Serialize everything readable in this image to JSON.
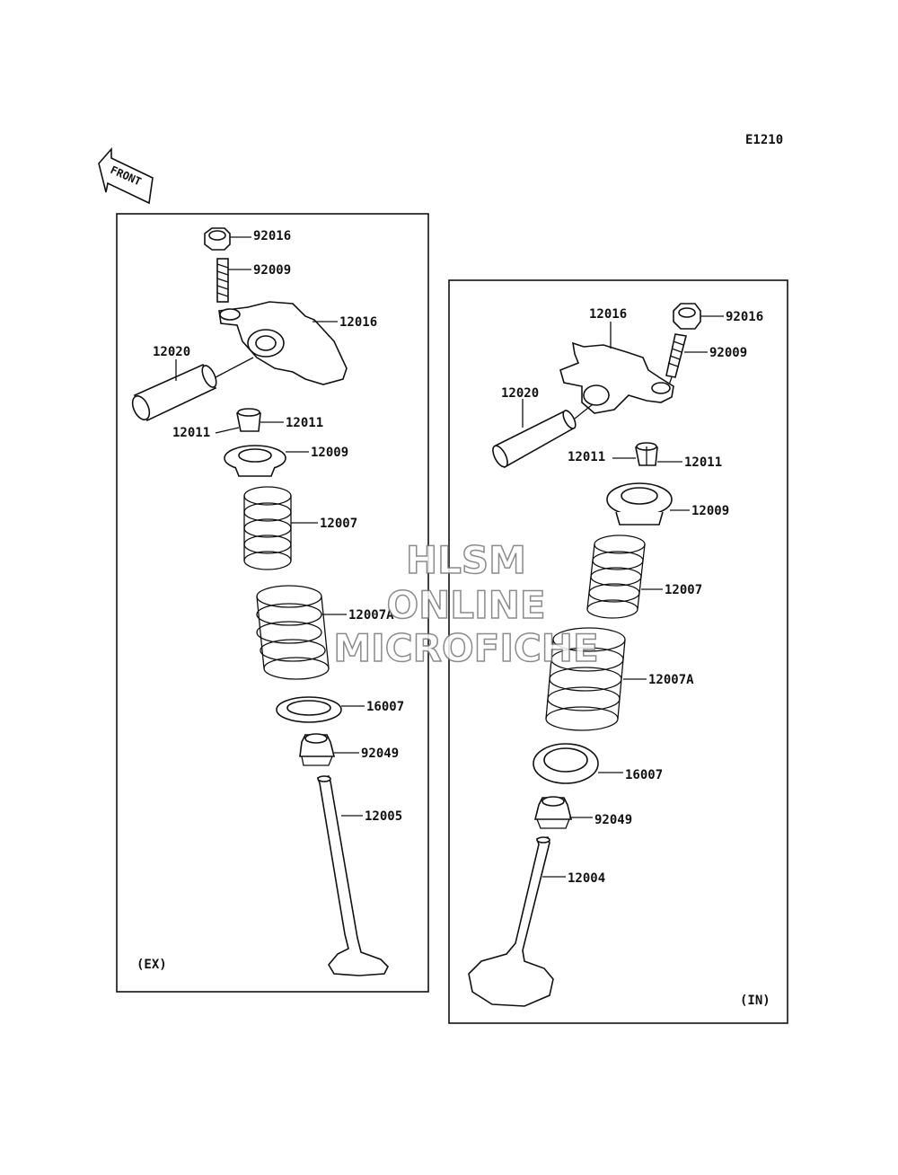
{
  "diagram_code": "E1210",
  "front_arrow_label": "FRONT",
  "watermark": [
    "HLSM",
    "ONLINE",
    "MICROFICHE"
  ],
  "exhaust": {
    "side_label": "(EX)",
    "parts": {
      "nut": "92016",
      "stud": "92009",
      "rocker_arm": "12016",
      "shaft": "12020",
      "cotter_right": "12011",
      "cotter_left": "12011",
      "retainer": "12009",
      "inner_spring": "12007",
      "outer_spring": "12007A",
      "seat": "16007",
      "stem_seal": "92049",
      "valve": "12005"
    }
  },
  "intake": {
    "side_label": "(IN)",
    "parts": {
      "nut": "92016",
      "rocker_arm": "12016",
      "stud": "92009",
      "shaft": "12020",
      "cotter_left": "12011",
      "cotter_right": "12011",
      "retainer": "12009",
      "inner_spring": "12007",
      "outer_spring": "12007A",
      "seat": "16007",
      "stem_seal": "92049",
      "valve": "12004"
    }
  }
}
